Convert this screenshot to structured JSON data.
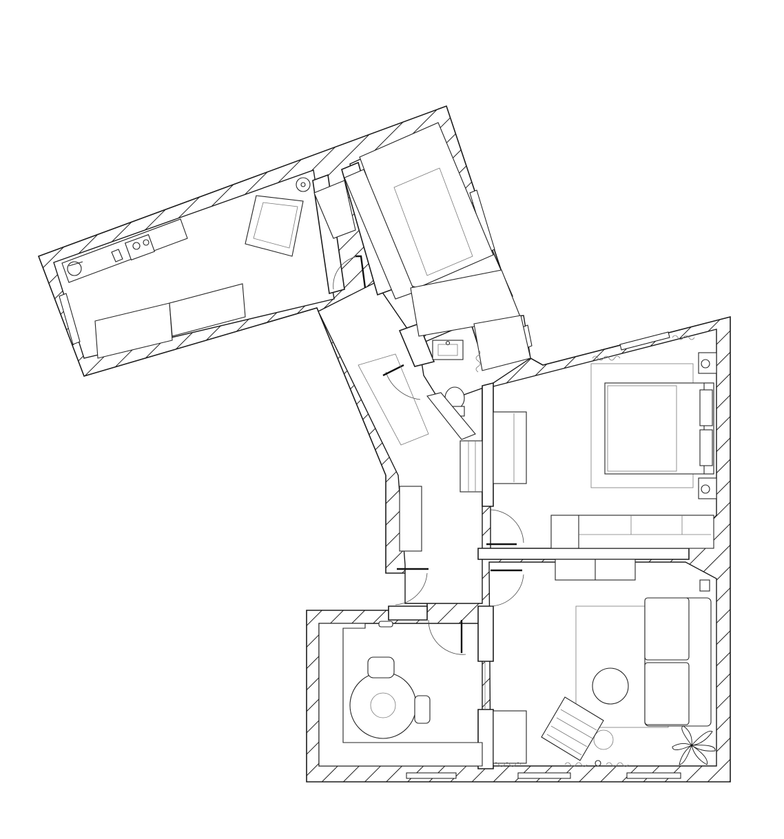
{
  "drawing": {
    "kind": "apartment floor plan",
    "line_color": "#1a1a1a",
    "background": "#ffffff",
    "style": "black-and-white architectural line drawing with hatched walls"
  },
  "rooms": [
    {
      "id": "kitchen",
      "furniture": [
        "counter",
        "sink",
        "cooktop",
        "island-benches",
        "armchair",
        "floor-lamp"
      ]
    },
    {
      "id": "bedroom-top",
      "furniture": [
        "bed",
        "rug"
      ]
    },
    {
      "id": "bathroom",
      "furniture": [
        "washbasin",
        "toilet",
        "shower"
      ]
    },
    {
      "id": "bedroom-right",
      "furniture": [
        "double-bed",
        "nightstands",
        "wardrobe"
      ]
    },
    {
      "id": "hall",
      "furniture": [
        "shoe-cabinet"
      ]
    },
    {
      "id": "dining",
      "furniture": [
        "round-table",
        "chairs",
        "l-shaped-bench"
      ]
    },
    {
      "id": "living",
      "furniture": [
        "sofa",
        "round-coffee-table",
        "lounge-chair",
        "plant",
        "rug"
      ]
    }
  ]
}
